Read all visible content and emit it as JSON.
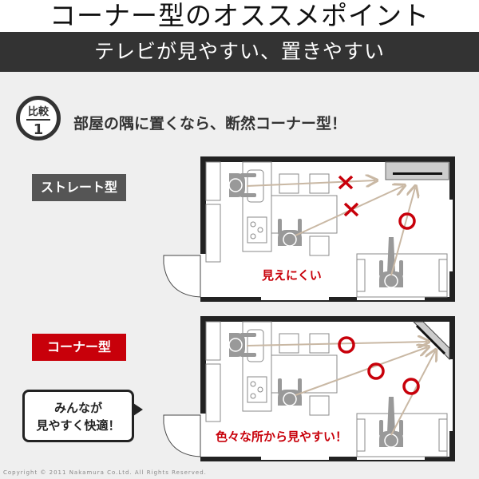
{
  "title": "コーナー型のオススメポイント",
  "subtitle": "テレビが見やすい、置きやすい",
  "badge": {
    "top": "比較",
    "number": "1"
  },
  "heading": "部屋の隅に置くなら、断然コーナー型！",
  "plans": [
    {
      "label": "ストレート型",
      "caption": "見えにくい",
      "color": "#555555"
    },
    {
      "label": "コーナー型",
      "caption": "色々な所から見やすい！",
      "color": "#c8000a"
    }
  ],
  "bubble": {
    "line1": "みんなが",
    "line2": "見やすく快適！"
  },
  "copyright": "Copyright © 2011 Nakamura Co.Ltd. All Rights Reserved."
}
